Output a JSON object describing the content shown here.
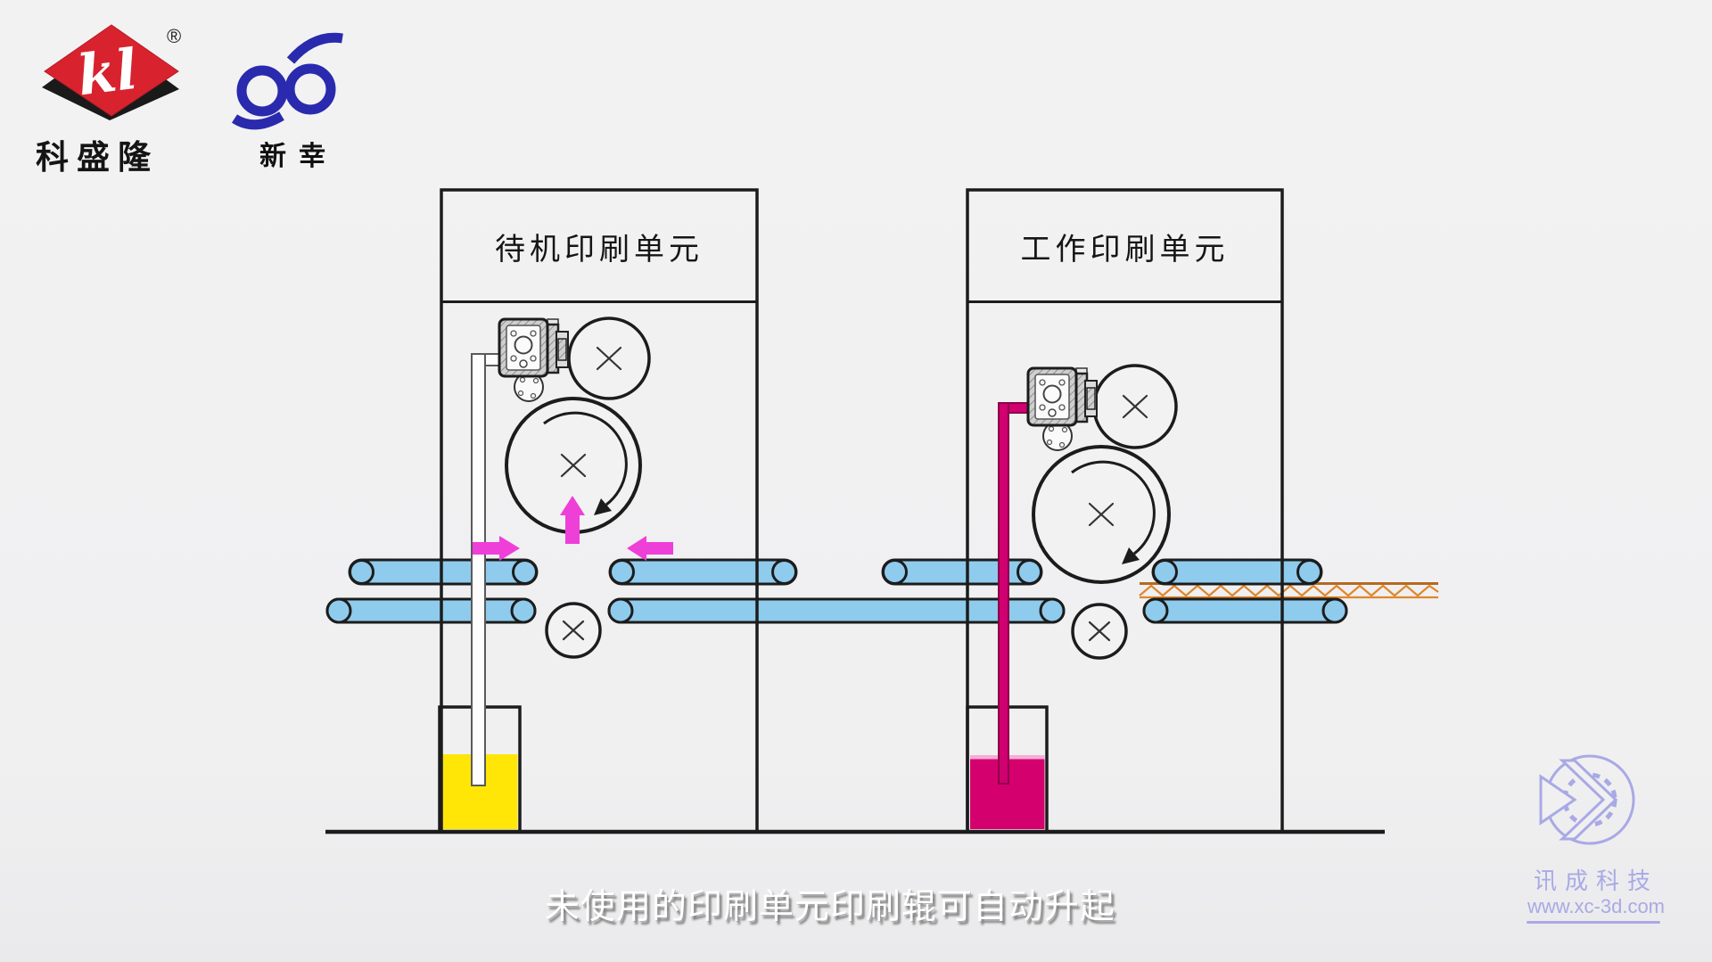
{
  "page": {
    "background_color": "#f0f0f1"
  },
  "branding": {
    "kl": {
      "monogram": "kl",
      "registered_mark": "®",
      "name": "科盛隆"
    },
    "partner": {
      "monogram": "96",
      "name": "新幸"
    }
  },
  "units": {
    "left": {
      "title": "待机印刷单元",
      "ink_color": "#ffe607",
      "roller_state_icons": [
        "up-arrow",
        "right-arrow",
        "left-arrow"
      ]
    },
    "right": {
      "title": "工作印刷单元",
      "ink_color": "#d4006e"
    }
  },
  "colors": {
    "roller_blue": "#8fcbec",
    "arrow_pink": "#ee3fd8",
    "corrugated_orange": "#e0862c",
    "pipe_magenta": "#cf0070",
    "ink_yellow": "#ffe607",
    "outline_black": "#1c1c1c",
    "watermark_purple": "#a9a9e6",
    "kl_red": "#d8232f",
    "partner_blue": "#2a2aae"
  },
  "caption": {
    "text": "未使用的印刷单元印刷辊可自动升起"
  },
  "watermark": {
    "company": "讯成科技",
    "website": "www.xc-3d.com"
  }
}
